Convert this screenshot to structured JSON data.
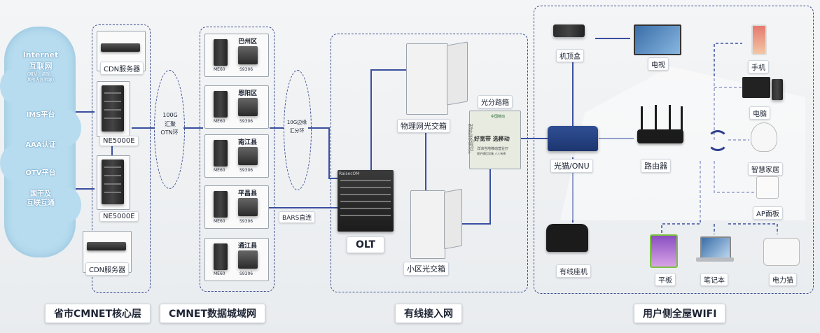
{
  "sections": {
    "core": "省市CMNET核心层",
    "metro": "CMNET数据城域网",
    "access": "有线接入网",
    "wifi": "用户侧全屋WIFI"
  },
  "cloud": {
    "internet_en": "Internet",
    "internet_cn": "互联网",
    "internet_sub1": "(网站、游戏、",
    "internet_sub2": "其他内容资源)",
    "ims": "IMS平台",
    "aaa": "AAA认证",
    "otv": "OTV平台",
    "trunk_1": "国干及",
    "trunk_2": "互联互通"
  },
  "core": {
    "cdn_top": "CDN服务器",
    "ne_top": "NE5000E",
    "ne_bottom": "NE5000E",
    "cdn_bottom": "CDN服务器"
  },
  "otn_ring": {
    "line1": "100G",
    "line2": "汇聚",
    "line3": "OTN环"
  },
  "metro_nodes": [
    {
      "name": "巴州区",
      "left": "ME60",
      "right": "S9306"
    },
    {
      "name": "恩阳区",
      "left": "ME60",
      "right": "S9306"
    },
    {
      "name": "南江县",
      "left": "ME60",
      "right": "S9306"
    },
    {
      "name": "平昌县",
      "left": "ME60",
      "right": "S9306"
    },
    {
      "name": "通江县",
      "left": "ME60",
      "right": "S9306"
    }
  ],
  "edge_ring": {
    "line1": "10G边缘",
    "line2": "汇分环"
  },
  "bars": "BARS直连",
  "access": {
    "olt": "OLT",
    "olt_badge": "RaisecOM",
    "phys_box": "物理网光交箱",
    "splitter": "光分路箱",
    "splitter_line1": "好宽带 选移动",
    "splitter_line2": "详询当地移动营业厅",
    "splitter_line3": "保护通信设施 人人有责",
    "splitter_logo": "中国移动",
    "splitter_side": "NO.CN.BZ.EYDZHXZXFNWG.OFS1P",
    "community_box": "小区光交箱"
  },
  "wifi": {
    "stb": "机顶盒",
    "tv": "电视",
    "phone": "手机",
    "pc": "电脑",
    "onu": "光猫/ONU",
    "router": "路由器",
    "smart": "智慧家居",
    "ap": "AP面板",
    "landline": "有线座机",
    "tablet": "平板",
    "laptop": "笔记本",
    "plc": "电力猫"
  },
  "colors": {
    "line": "#3a4fa0",
    "cloud": "#b7dcef",
    "dash": "#3a4d8f"
  }
}
